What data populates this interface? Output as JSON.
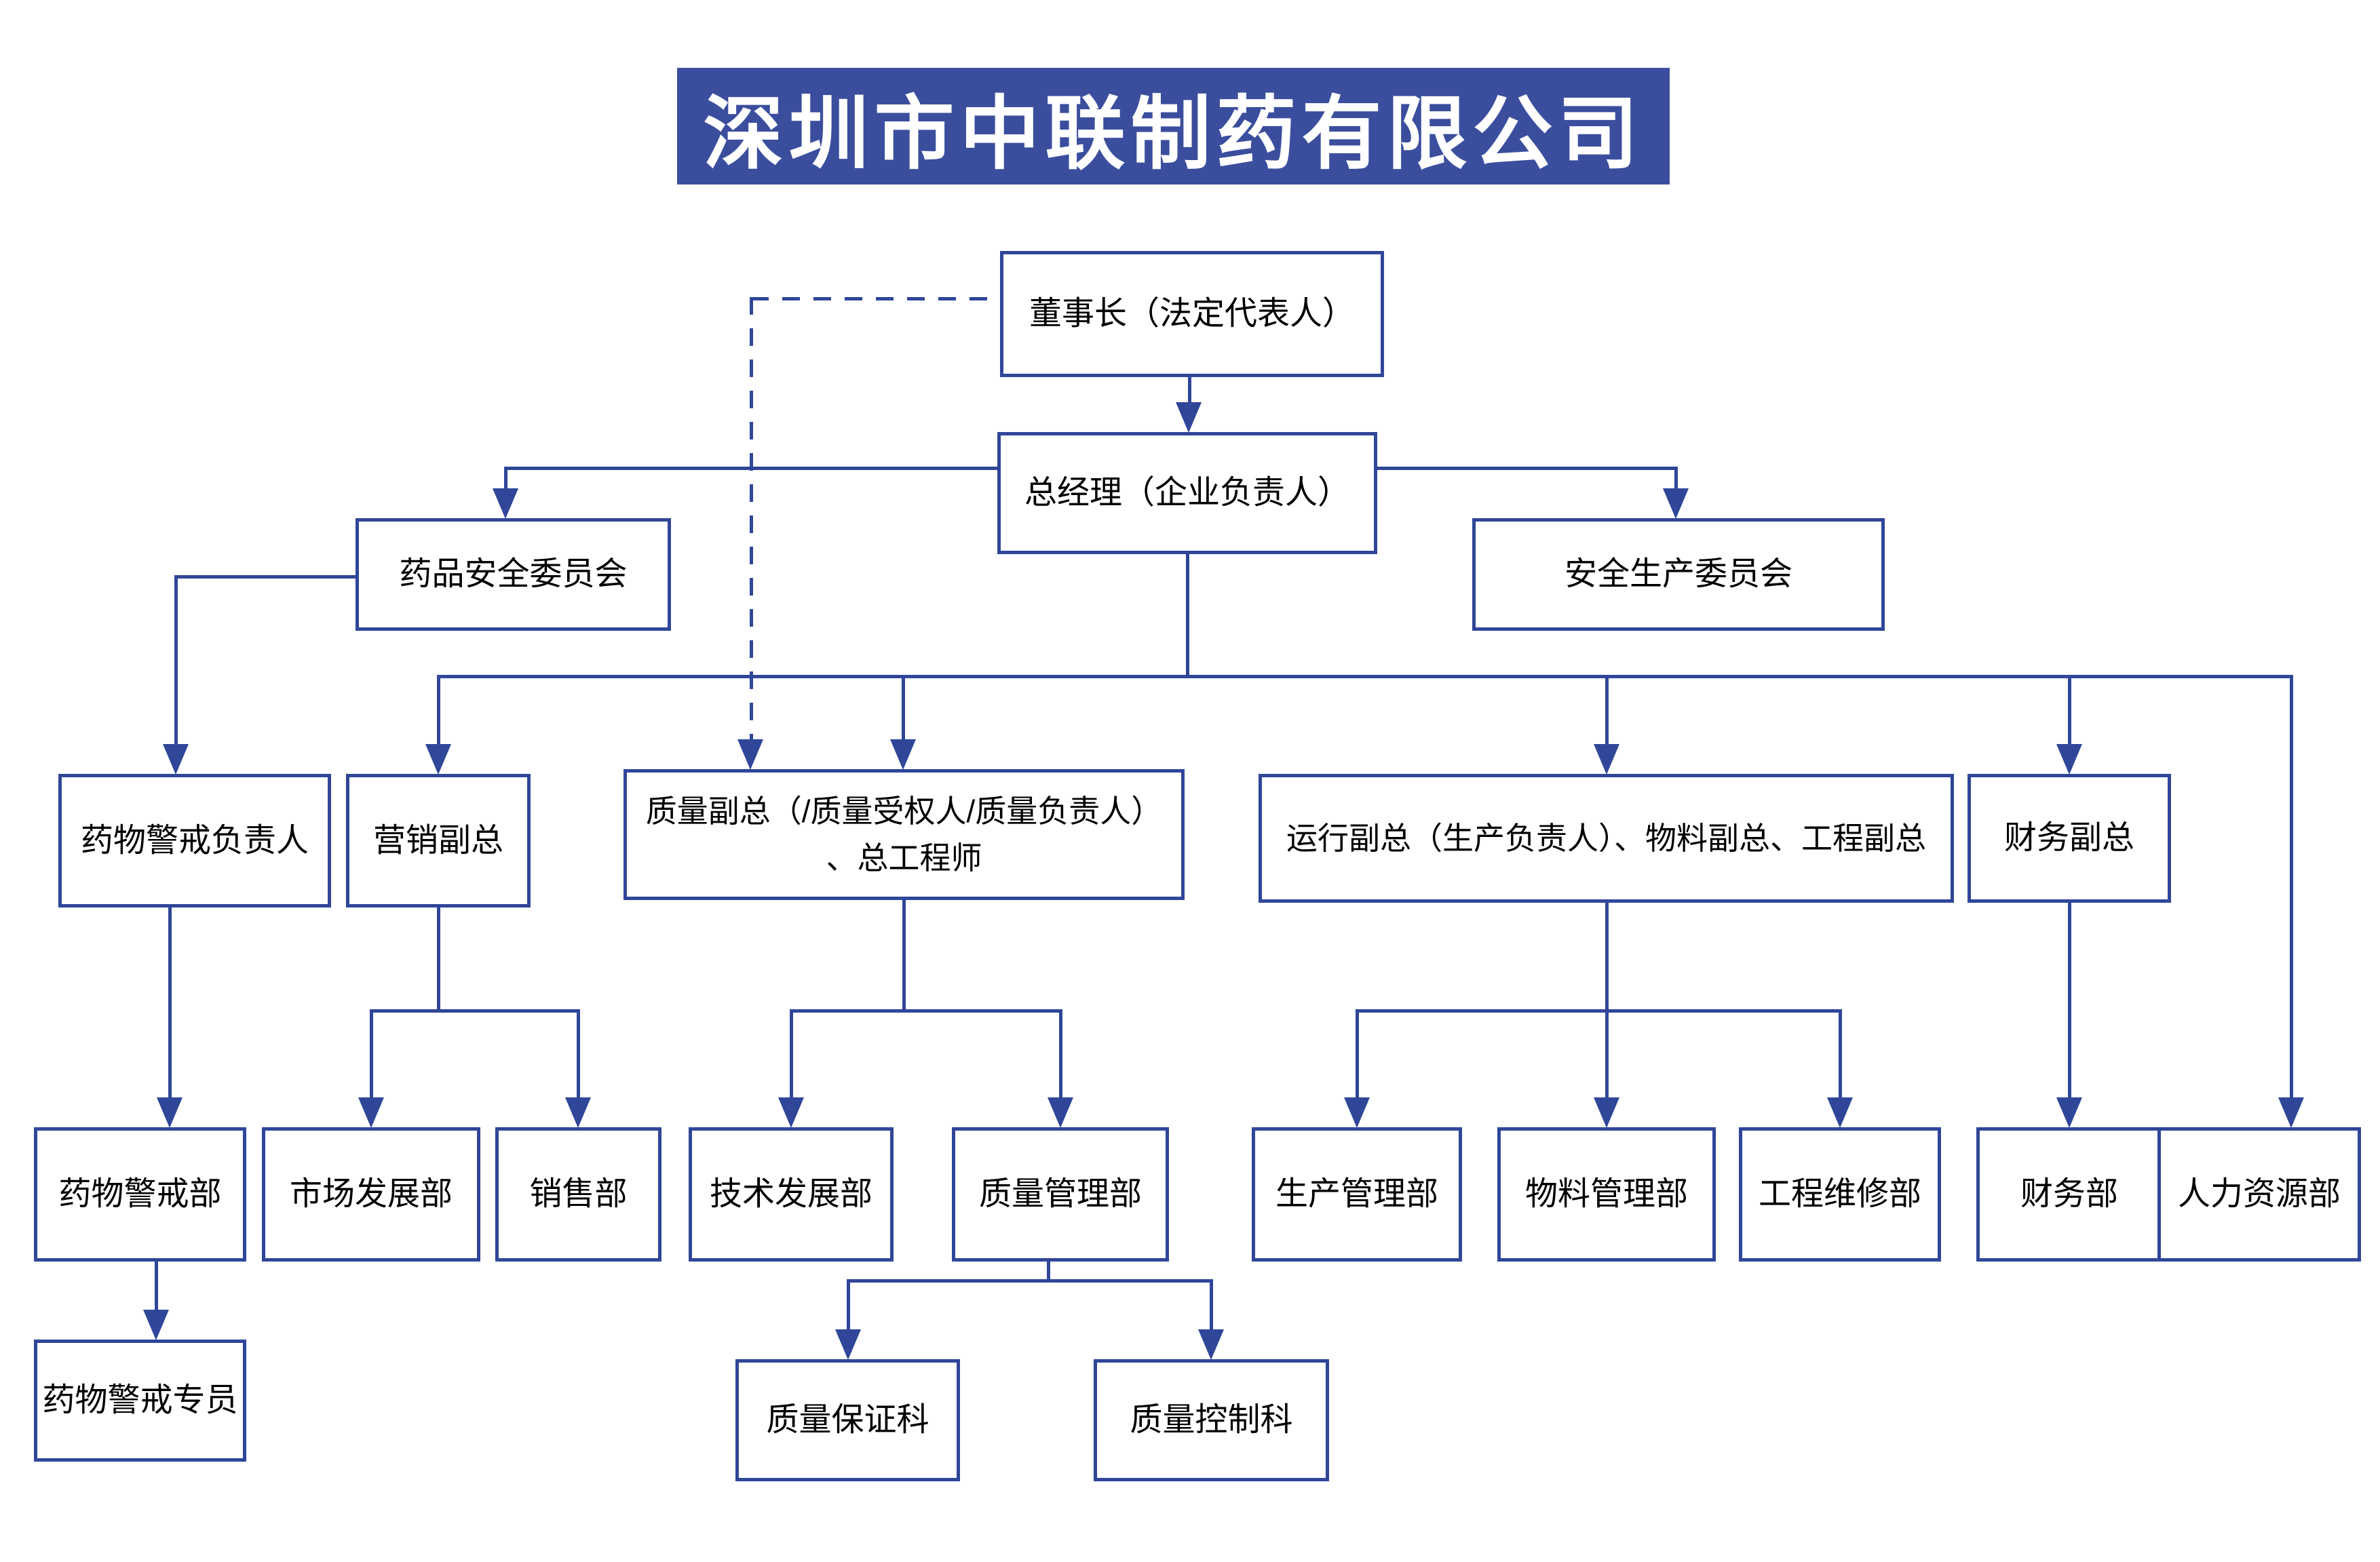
{
  "title": {
    "text": "深圳市中联制药有限公司"
  },
  "nodes": {
    "chairman": {
      "label": "董事长（法定代表人）"
    },
    "gm": {
      "label": "总经理（企业负责人）"
    },
    "drug_safety_committee": {
      "label": "药品安全委员会"
    },
    "production_safety_committee": {
      "label": "安全生产委员会"
    },
    "pv_head": {
      "label": "药物警戒负责人"
    },
    "marketing_vp": {
      "label": "营销副总"
    },
    "quality_vp": {
      "label_line1": "质量副总（/质量受权人/质量负责人）",
      "label_line2": "、总工程师"
    },
    "operations_vp": {
      "label": "运行副总（生产负责人）、物料副总、工程副总"
    },
    "finance_vp": {
      "label": "财务副总"
    },
    "pv_dept": {
      "label": "药物警戒部"
    },
    "market_dev_dept": {
      "label": "市场发展部"
    },
    "sales_dept": {
      "label": "销售部"
    },
    "tech_dev_dept": {
      "label": "技术发展部"
    },
    "quality_mgmt_dept": {
      "label": "质量管理部"
    },
    "production_mgmt_dept": {
      "label": "生产管理部"
    },
    "material_mgmt_dept": {
      "label": "物料管理部"
    },
    "eng_maintenance_dept": {
      "label": "工程维修部"
    },
    "finance_dept": {
      "label": "财务部"
    },
    "hr_dept": {
      "label": "人力资源部"
    },
    "pv_specialist": {
      "label": "药物警戒专员"
    },
    "qa_section": {
      "label": "质量保证科"
    },
    "qc_section": {
      "label": "质量控制科"
    }
  },
  "colors": {
    "line_blue": "#2f4699",
    "banner_bg": "#3b4e9e",
    "text_color": "#000000"
  }
}
